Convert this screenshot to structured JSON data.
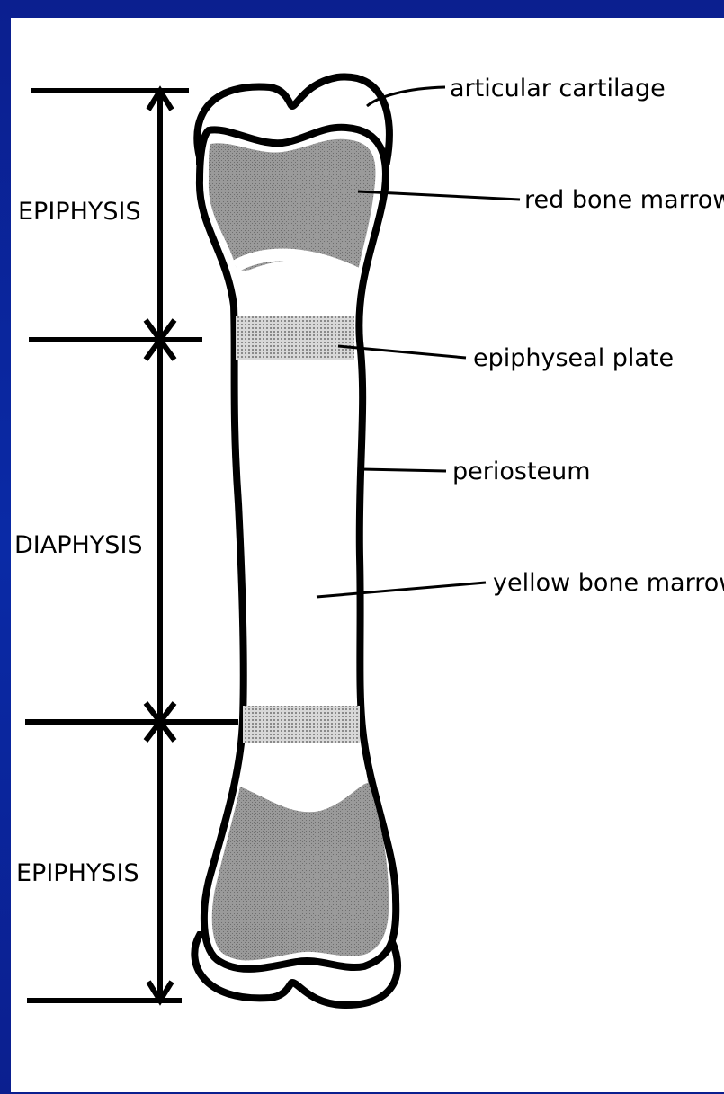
{
  "colors": {
    "background": "#0b1f8f",
    "panel": "#ffffff",
    "marrow_red": "#8a8a8a",
    "plate": "#b0b0b0",
    "ink": "#000000"
  },
  "regions": {
    "top": "EPIPHYSIS",
    "middle": "DIAPHYSIS",
    "bottom": "EPIPHYSIS"
  },
  "callouts": {
    "articular_cartilage": "articular cartilage",
    "red_bone_marrow": "red bone marrow",
    "epiphyseal_plate": "epiphyseal plate",
    "periosteum": "periosteum",
    "yellow_bone_marrow": "yellow bone marrow"
  }
}
